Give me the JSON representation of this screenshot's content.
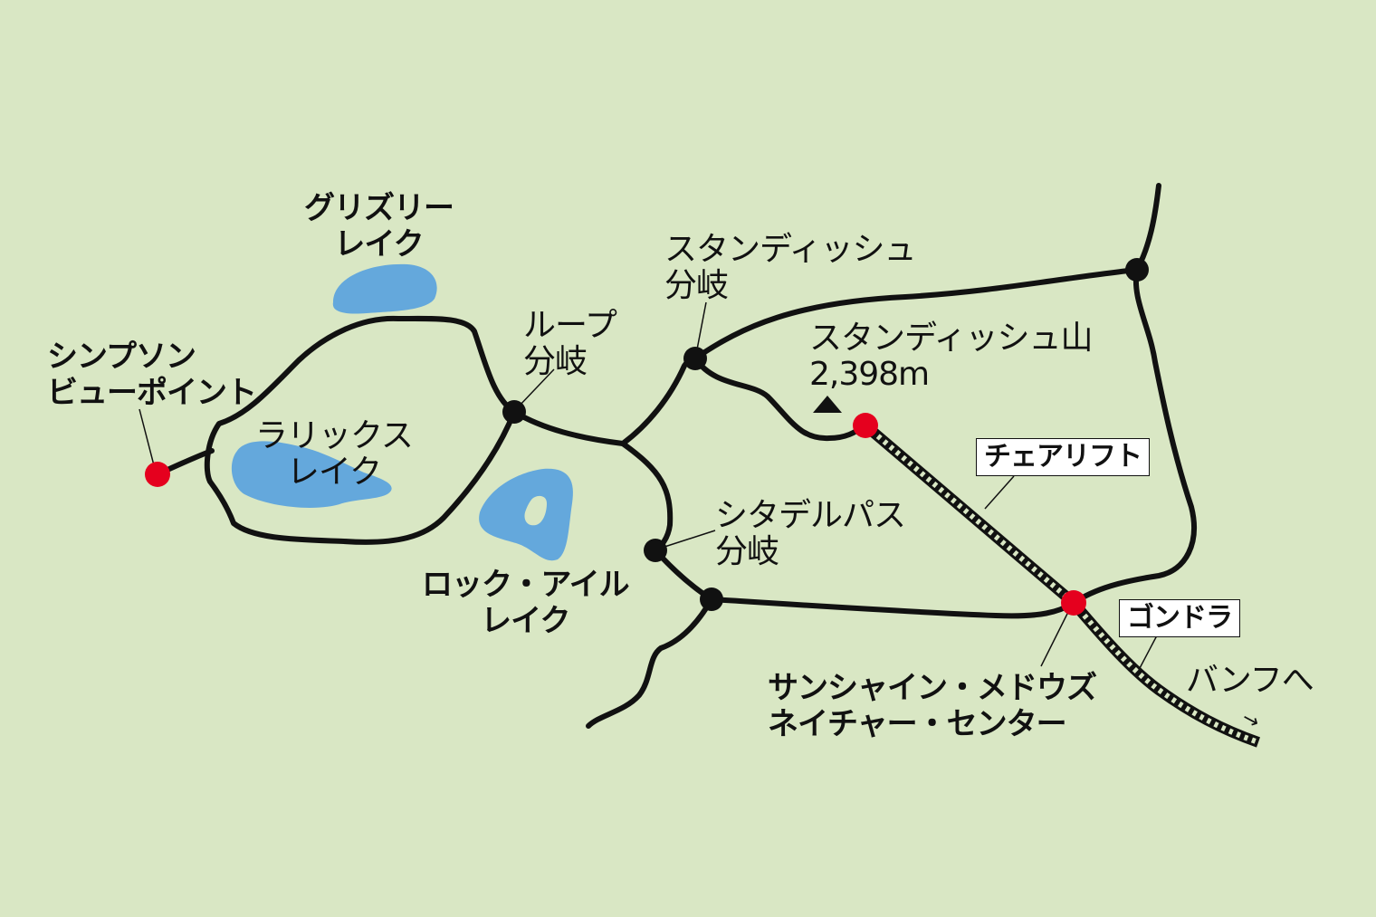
{
  "map": {
    "colors": {
      "background": "#d9e7c4",
      "lake": "#64a8dc",
      "trail": "#111111",
      "junction": "#111111",
      "station": "#e5001e"
    },
    "labels": {
      "grizzly_lake": [
        "グリズリー",
        "レイク"
      ],
      "simpson_viewpoint": [
        "シンプソン",
        "ビューポイント"
      ],
      "larix_lake": [
        "ラリックス",
        "レイク"
      ],
      "loop_junction": [
        "ループ",
        "分岐"
      ],
      "rock_isle_lake": [
        "ロック・アイル",
        "レイク"
      ],
      "standish_junction": [
        "スタンディッシュ",
        "分岐"
      ],
      "mount_standish": "スタンディッシュ山",
      "mount_standish_elevation": "2,398m",
      "chairlift": "チェアリフト",
      "citadel_pass_junction": [
        "シタデルパス",
        "分岐"
      ],
      "gondola": "ゴンドラ",
      "sunshine_meadows_center": [
        "サンシャイン・メドウズ",
        "ネイチャー・センター"
      ],
      "to_banff": "バンフへ",
      "to_banff_arrow": "→"
    },
    "icons": {
      "summit": "triangle-summit-icon",
      "junction": "black-dot-icon",
      "station": "red-dot-icon"
    }
  }
}
